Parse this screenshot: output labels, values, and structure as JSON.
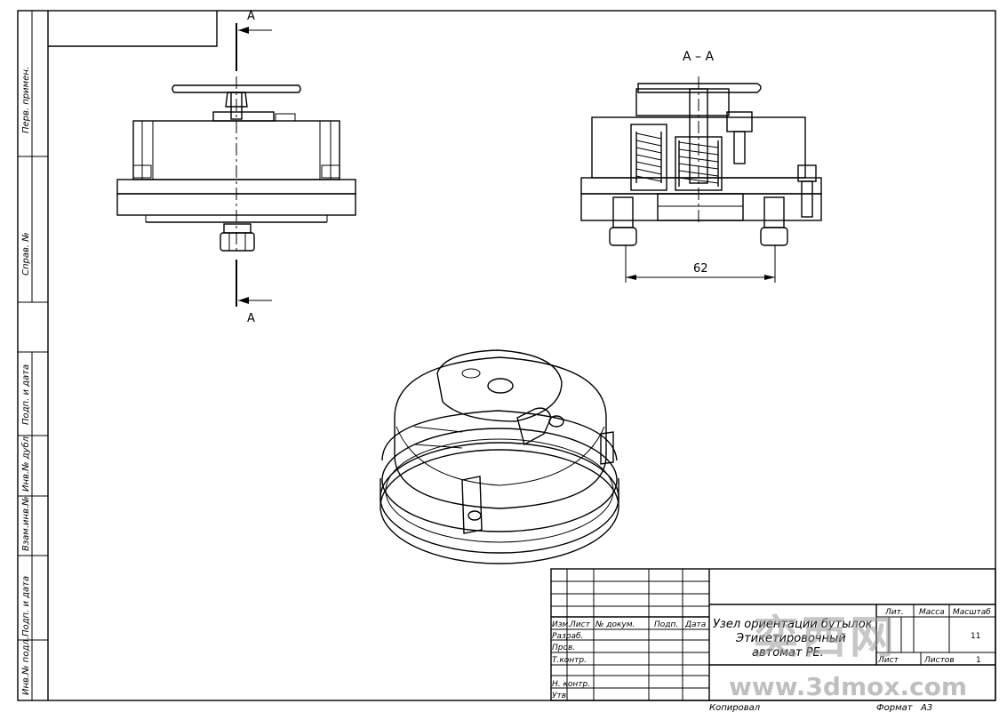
{
  "left_margin": {
    "perv_primen": "Перв. примен.",
    "sprav_no": "Справ. №",
    "podp_data_1": "Подп. и дата",
    "inv_dubl": "Инв.№ дубл.",
    "vzam_inv": "Взам.инв.№",
    "podp_data_2": "Подп. и дата",
    "inv_podl": "Инв.№ подл."
  },
  "views": {
    "section_mark_top": "А",
    "section_mark_bottom": "А",
    "section_title": "А – А",
    "dimension": "62"
  },
  "title_block": {
    "headers": {
      "izm": "Изм.",
      "list": "Лист",
      "doc_no": "№ докум.",
      "podp": "Подп.",
      "data": "Дата"
    },
    "roles": {
      "razrab": "Разраб.",
      "prov": "Пров.",
      "t_kontr": "Т.контр.",
      "n_kontr": "Н. контр.",
      "utv": "Утв."
    },
    "designation_line1": "Узел ориентации бутылок",
    "designation_line2": "Этикетировочный",
    "designation_line3": "автомат PE.",
    "lit": "Лит.",
    "massa": "Масса",
    "masshtab": "Масштаб",
    "scale_value": "11",
    "sheet_label": "Лист",
    "sheets_label": "Листов",
    "sheets_value": "1"
  },
  "footer": {
    "copied": "Копировал",
    "format": "Формат",
    "format_value": "А3"
  },
  "watermark": {
    "brand_cn": "奕西网",
    "url": "www.3dmox.com"
  }
}
